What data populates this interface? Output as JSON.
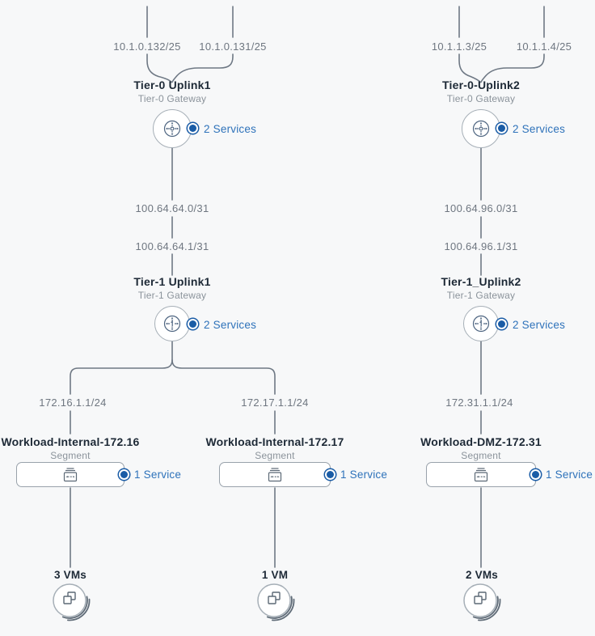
{
  "view": "nsx-network-topology",
  "colors": {
    "background": "#f7f8f9",
    "connector_gray": "#6e7884",
    "node_border_gray": "#a6afb7",
    "badge_blue": "#1a5ca6",
    "link_blue": "#2e72ba",
    "title_text": "#1d2936",
    "muted_text": "#8b939b",
    "ip_text": "#6e7680"
  },
  "icons": {
    "tier0_gateway": "tier0-router-icon",
    "tier1_gateway": "tier1-router-icon",
    "segment": "segment-icon",
    "vm_group": "vm-stack-icon"
  },
  "ip_labels": [
    "10.1.0.132/25",
    "10.1.0.131/25",
    "10.1.1.3/25",
    "10.1.1.4/25",
    "100.64.64.0/31",
    "100.64.64.1/31",
    "100.64.96.0/31",
    "100.64.96.1/31",
    "172.16.1.1/24",
    "172.17.1.1/24",
    "172.31.1.1/24"
  ],
  "nodes": {
    "gateways": [
      {
        "title": "Tier-0 Uplink1",
        "subtitle": "Tier-0 Gateway",
        "services": "2 Services"
      },
      {
        "title": "Tier-0-Uplink2",
        "subtitle": "Tier-0 Gateway",
        "services": "2 Services"
      },
      {
        "title": "Tier-1 Uplink1",
        "subtitle": "Tier-1 Gateway",
        "services": "2 Services"
      },
      {
        "title": "Tier-1_Uplink2",
        "subtitle": "Tier-1 Gateway",
        "services": "2 Services"
      }
    ],
    "segments": [
      {
        "title": "Workload-Internal-172.16",
        "subtitle": "Segment",
        "services": "1 Service"
      },
      {
        "title": "Workload-Internal-172.17",
        "subtitle": "Segment",
        "services": "1 Service"
      },
      {
        "title": "Workload-DMZ-172.31",
        "subtitle": "Segment",
        "services": "1 Service"
      }
    ],
    "vm_groups": [
      {
        "label": "3 VMs"
      },
      {
        "label": "1 VM"
      },
      {
        "label": "2 VMs"
      }
    ]
  }
}
